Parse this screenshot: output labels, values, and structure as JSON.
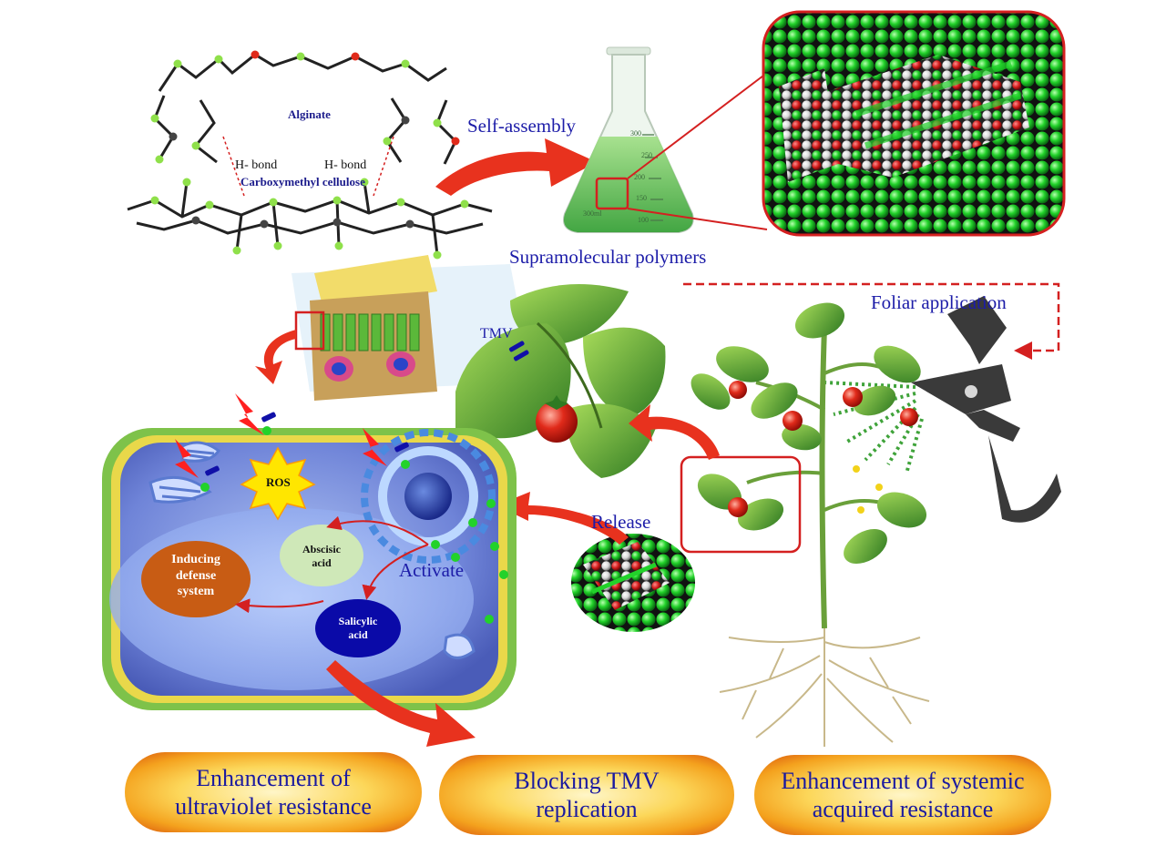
{
  "molecule": {
    "alginate": "Alginate",
    "hbond_left": "H- bond",
    "hbond_right": "H- bond",
    "cmc": "Carboxymethyl cellulose"
  },
  "flask": {
    "self_assembly": "Self-assembly",
    "supramolecular": "Supramolecular polymers",
    "scale": [
      "300",
      "250",
      "200",
      "150",
      "100"
    ],
    "volume": "300ml"
  },
  "plant": {
    "foliar": "Foliar application",
    "tmv": "TMV",
    "release": "Release"
  },
  "cell": {
    "ros": "ROS",
    "abscisic": [
      "Abscisic",
      "acid"
    ],
    "salicylic": [
      "Salicylic",
      "acid"
    ],
    "inducing": [
      "Inducing",
      "defense",
      "system"
    ],
    "activate": "Activate"
  },
  "outcomes": [
    {
      "line1": "Enhancement of",
      "line2": "ultraviolet resistance"
    },
    {
      "line1": "Blocking TMV",
      "line2": "replication"
    },
    {
      "line1": "Enhancement of systemic",
      "line2": "acquired resistance"
    }
  ],
  "colors": {
    "label_blue": "#1c1ca8",
    "arrow_red": "#e8321e",
    "frame_red": "#d42020",
    "sphere_green": "#22d22a",
    "flask_liquid": "#6fcf5a",
    "inducing_fill": "#c85c14",
    "salicylic_fill": "#0a0aa8",
    "abscisic_fill": "#cfe8b8"
  },
  "icons": [
    "molecule-icon",
    "flask-icon",
    "sphere-bundle-icon",
    "leaf-icon",
    "tomato-icon",
    "spray-gun-icon",
    "lightning-icon",
    "mitochondria-icon",
    "nucleus-icon",
    "root-icon"
  ]
}
